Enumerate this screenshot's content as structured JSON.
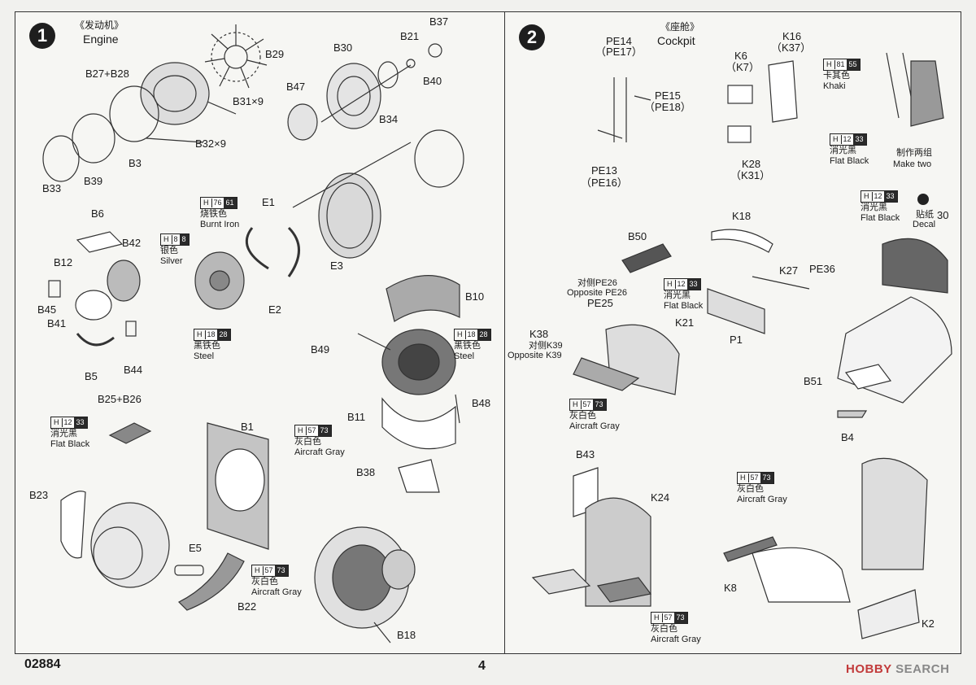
{
  "footer": {
    "code": "02884",
    "page": "4",
    "brand_main": "HOBBY",
    "brand_sub": "SEARCH"
  },
  "step1": {
    "number": "1",
    "title_cn": "《发动机》",
    "title_en": "Engine",
    "labels": {
      "b29": "B29",
      "b27b28": "B27+B28",
      "b31": "B31×9",
      "b32": "B32×9",
      "b3": "B3",
      "b39": "B39",
      "b33": "B33",
      "b30": "B30",
      "b21": "B21",
      "b37": "B37",
      "b40": "B40",
      "b47": "B47",
      "b34": "B34",
      "e1": "E1",
      "e3": "E3",
      "e2": "E2",
      "b6": "B6",
      "b42": "B42",
      "b12": "B12",
      "b45": "B45",
      "b41": "B41",
      "b44": "B44",
      "b5": "B5",
      "b10": "B10",
      "b49": "B49",
      "b48": "B48",
      "b11": "B11",
      "b38": "B38",
      "b25b26": "B25+B26",
      "b1": "B1",
      "b23": "B23",
      "e5": "E5",
      "b22": "B22",
      "b18": "B18"
    },
    "paints": {
      "burnt_iron": {
        "h": "H",
        "n": "76",
        "c": "61",
        "cn": "烧铁色",
        "en": "Burnt Iron"
      },
      "silver": {
        "h": "H",
        "n": "8",
        "c": "8",
        "cn": "银色",
        "en": "Silver"
      },
      "steel1": {
        "h": "H",
        "n": "18",
        "c": "28",
        "cn": "黑铁色",
        "en": "Steel"
      },
      "steel2": {
        "h": "H",
        "n": "18",
        "c": "28",
        "cn": "黑铁色",
        "en": "Steel"
      },
      "flat_black": {
        "h": "H",
        "n": "12",
        "c": "33",
        "cn": "消光黑",
        "en": "Flat Black"
      },
      "gray1": {
        "h": "H",
        "n": "57",
        "c": "73",
        "cn": "灰白色",
        "en": "Aircraft Gray"
      },
      "gray2": {
        "h": "H",
        "n": "57",
        "c": "73",
        "cn": "灰白色",
        "en": "Aircraft Gray"
      }
    }
  },
  "step2": {
    "number": "2",
    "title_cn": "《座舱》",
    "title_en": "Cockpit",
    "labels": {
      "pe14": "PE14",
      "pe17": "（PE17）",
      "pe15": "PE15",
      "pe18": "（PE18）",
      "pe13": "PE13",
      "pe16": "（PE16）",
      "k6": "K6",
      "k7": "（K7）",
      "k16": "K16",
      "k37": "（K37）",
      "k28": "K28",
      "k31": "（K31）",
      "make_two_cn": "制作两组",
      "make_two_en": "Make two",
      "k18": "K18",
      "b50": "B50",
      "k27": "K27",
      "pe36": "PE36",
      "p1": "P1",
      "k21": "K21",
      "opp_pe26_cn": "对侧PE26",
      "opp_pe26_en": "Opposite PE26",
      "pe25": "PE25",
      "k38": "K38",
      "opp_k39_cn": "对侧K39",
      "opp_k39_en": "Opposite K39",
      "decal_cn": "贴纸",
      "decal_en": "Decal",
      "decal_num": "30",
      "b51": "B51",
      "b4": "B4",
      "b43": "B43",
      "k24": "K24",
      "k8": "K8",
      "k2": "K2"
    },
    "paints": {
      "khaki": {
        "h": "H",
        "n": "81",
        "c": "55",
        "cn": "卡其色",
        "en": "Khaki"
      },
      "flat_black1": {
        "h": "H",
        "n": "12",
        "c": "33",
        "cn": "消光黑",
        "en": "Flat Black"
      },
      "flat_black2": {
        "h": "H",
        "n": "12",
        "c": "33",
        "cn": "消光黑",
        "en": "Flat Black"
      },
      "flat_black3": {
        "h": "H",
        "n": "12",
        "c": "33",
        "cn": "消光黑",
        "en": "Flat Black"
      },
      "gray1": {
        "h": "H",
        "n": "57",
        "c": "73",
        "cn": "灰白色",
        "en": "Aircraft Gray"
      },
      "gray2": {
        "h": "H",
        "n": "57",
        "c": "73",
        "cn": "灰白色",
        "en": "Aircraft Gray"
      },
      "gray3": {
        "h": "H",
        "n": "57",
        "c": "73",
        "cn": "灰白色",
        "en": "Aircraft Gray"
      }
    }
  }
}
